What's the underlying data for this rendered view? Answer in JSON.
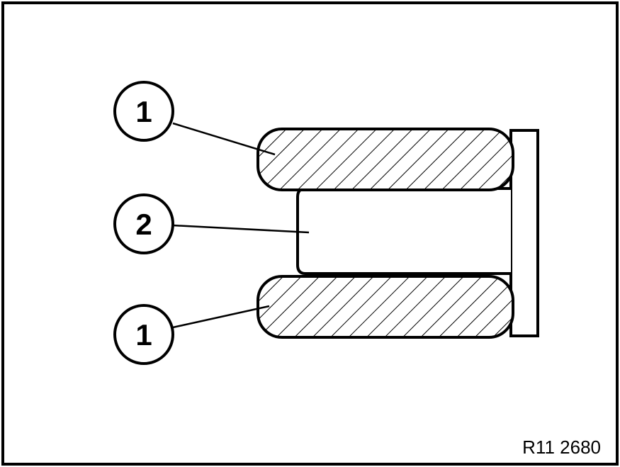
{
  "callouts": [
    {
      "id": "top",
      "label": "1"
    },
    {
      "id": "middle",
      "label": "2"
    },
    {
      "id": "bottom",
      "label": "1"
    }
  ],
  "figure_reference": "R11 2680",
  "colors": {
    "ink": "#000000",
    "background": "#ffffff"
  }
}
